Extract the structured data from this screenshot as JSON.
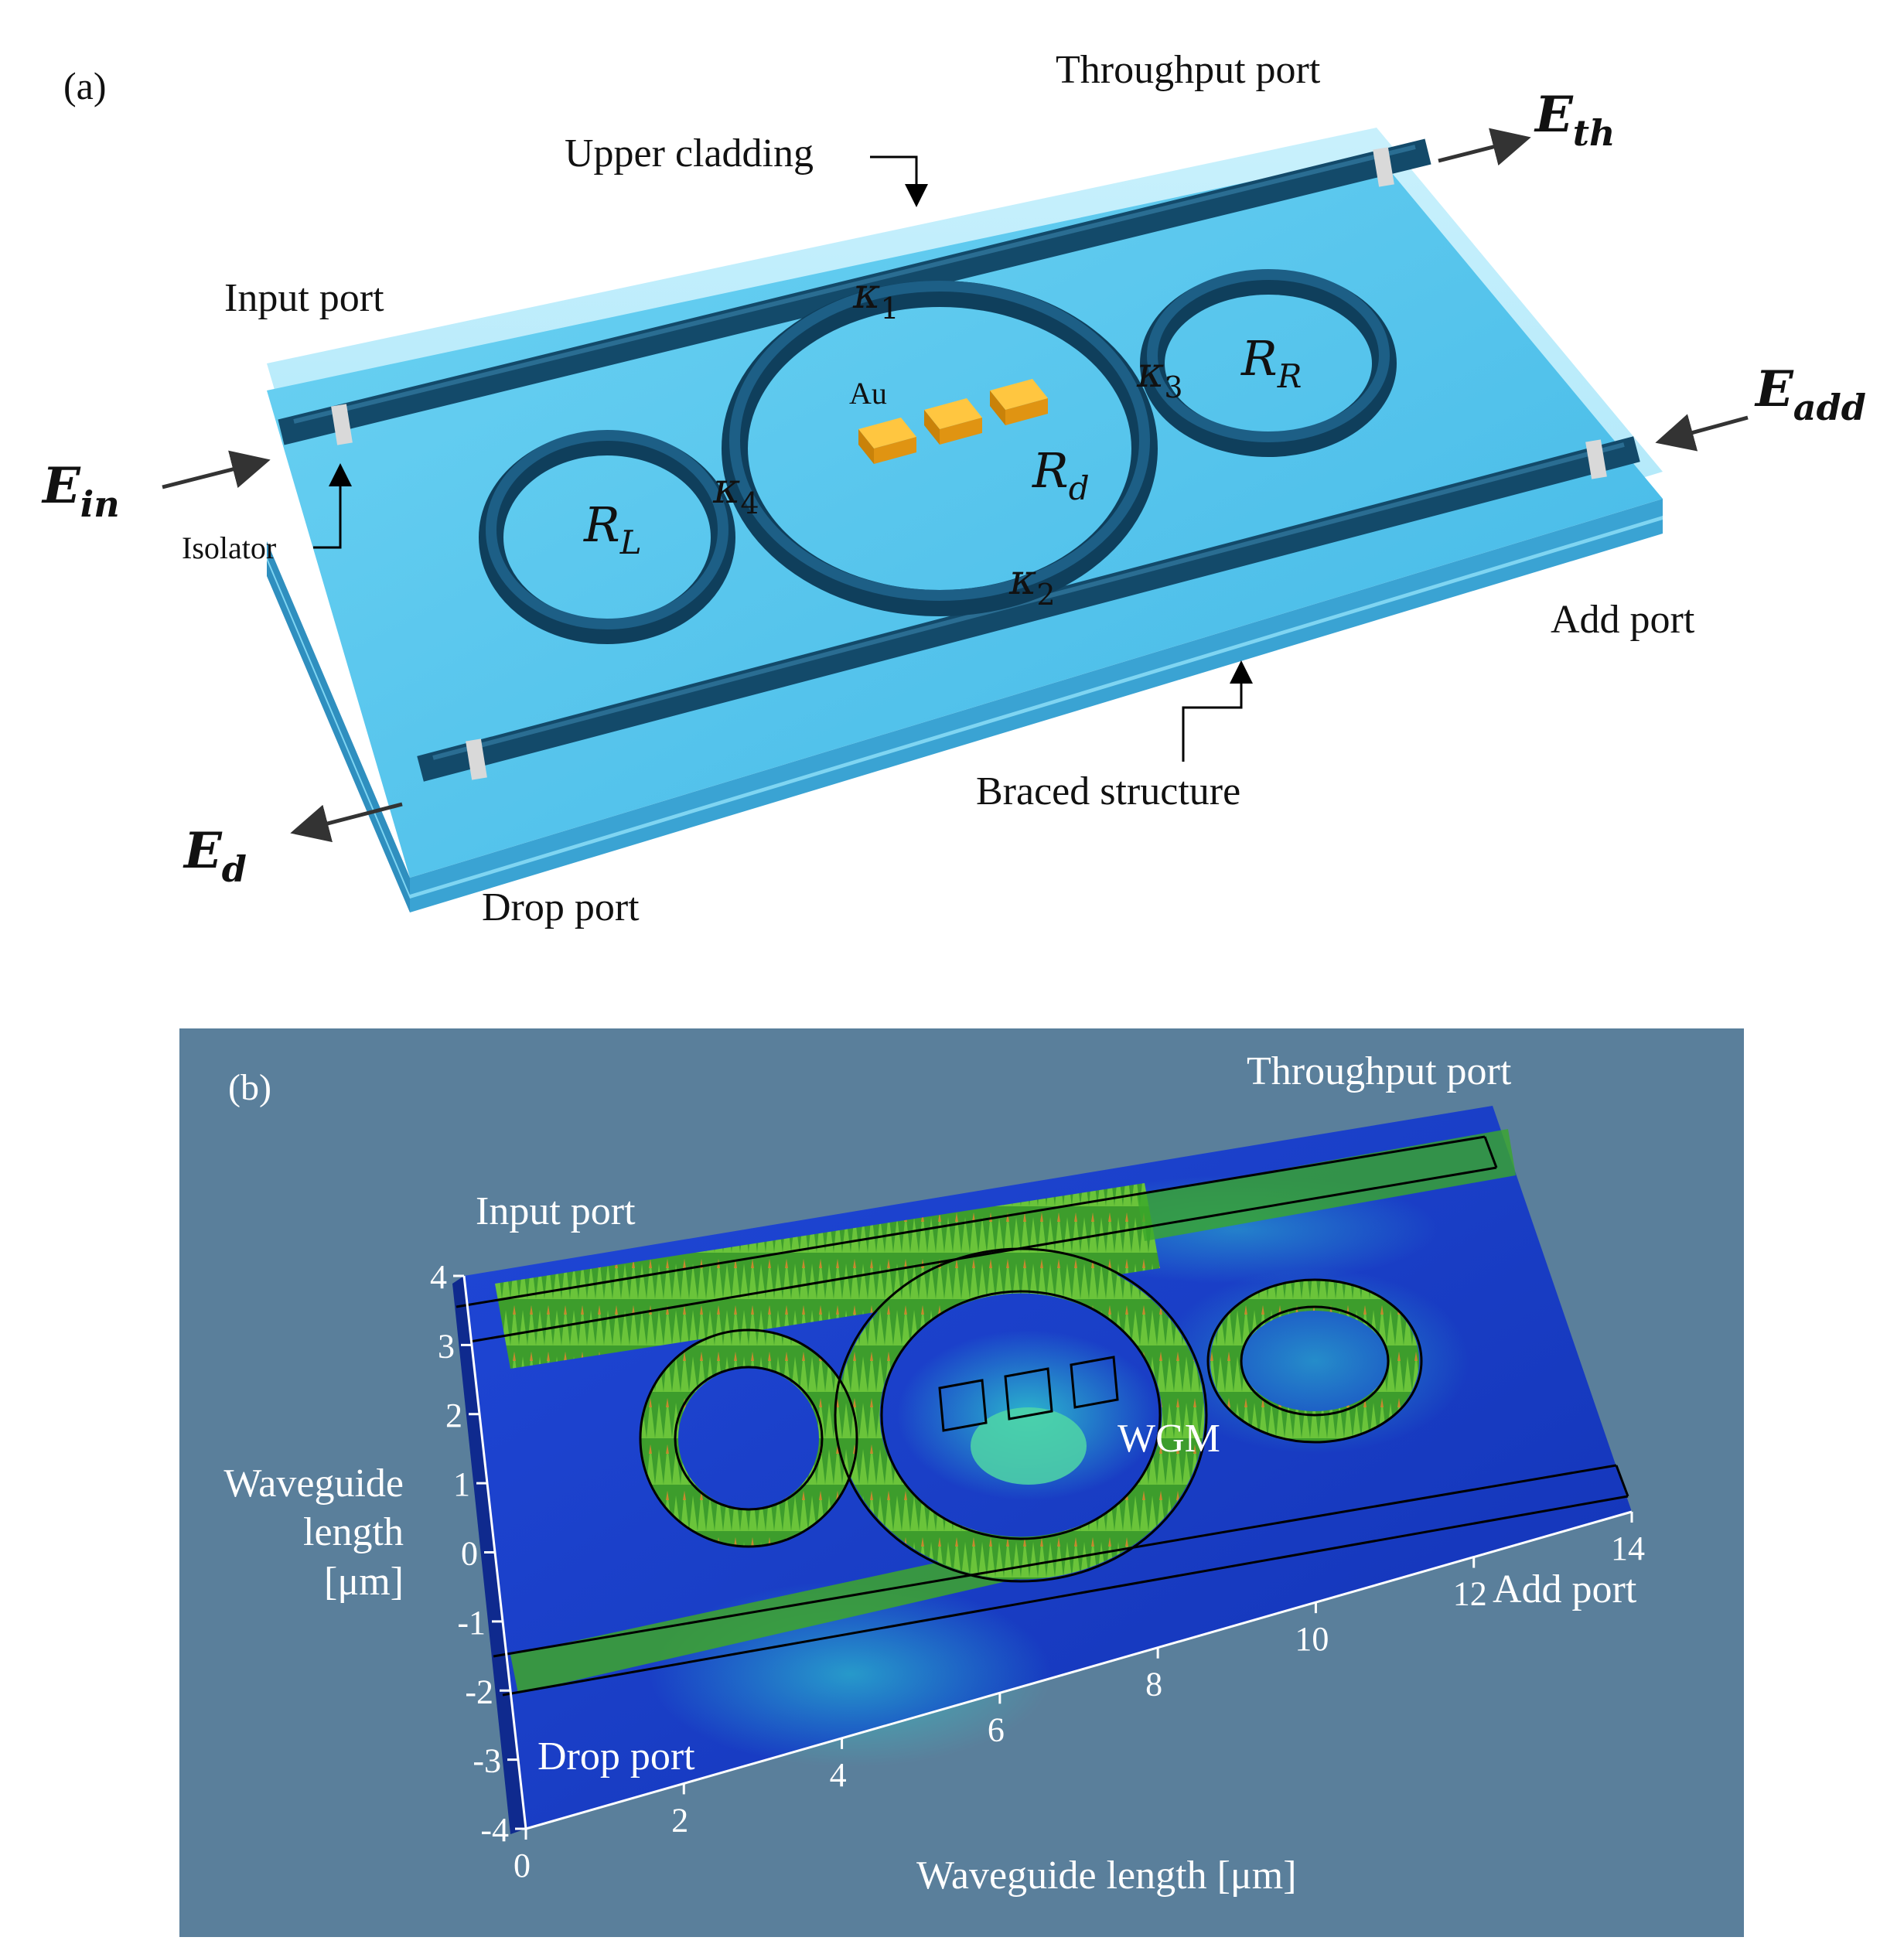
{
  "panel_a": {
    "tag": "(a)",
    "throughput_port": "Throughput port",
    "upper_cladding": "Upper cladding",
    "input_port": "Input port",
    "isolator": "Isolator",
    "add_port": "Add port",
    "braced_structure": "Braced structure",
    "drop_port": "Drop port",
    "au": "Au",
    "kappa1": {
      "base": "κ",
      "sub": "1"
    },
    "kappa2": {
      "base": "κ",
      "sub": "2"
    },
    "kappa3": {
      "base": "κ",
      "sub": "3"
    },
    "kappa4": {
      "base": "κ",
      "sub": "4"
    },
    "ring_left": {
      "base": "R",
      "sub": "L"
    },
    "ring_right": {
      "base": "R",
      "sub": "R"
    },
    "ring_center": {
      "base": "R",
      "sub": "d"
    },
    "e_in": {
      "base": "E",
      "sub": "in"
    },
    "e_th": {
      "base": "E",
      "sub": "th"
    },
    "e_add": {
      "base": "E",
      "sub": "add"
    },
    "e_d": {
      "base": "E",
      "sub": "d"
    },
    "colors": {
      "substrate": "#4fc4ec",
      "waveguide": "#134a6a",
      "gold": "#f2a516",
      "isolator": "#d9d9d9"
    }
  },
  "panel_b": {
    "tag": "(b)",
    "throughput_port": "Throughput port",
    "input_port": "Input port",
    "wgm": "WGM",
    "add_port": "Add port",
    "drop_port": "Drop port",
    "ylabel": [
      "Waveguide",
      "length",
      "[μm]"
    ],
    "xlabel": "Waveguide length [μm]",
    "yticks": [
      "4",
      "3",
      "2",
      "1",
      "0",
      "-1",
      "-2",
      "-3",
      "-4"
    ],
    "xticks": [
      "0",
      "2",
      "4",
      "6",
      "8",
      "10",
      "12",
      "14"
    ],
    "colors": {
      "background": "#5a7f9b",
      "field_low": "#1739c8",
      "field_mid": "#2cc0c8",
      "field_high": "#3aa82a"
    }
  }
}
